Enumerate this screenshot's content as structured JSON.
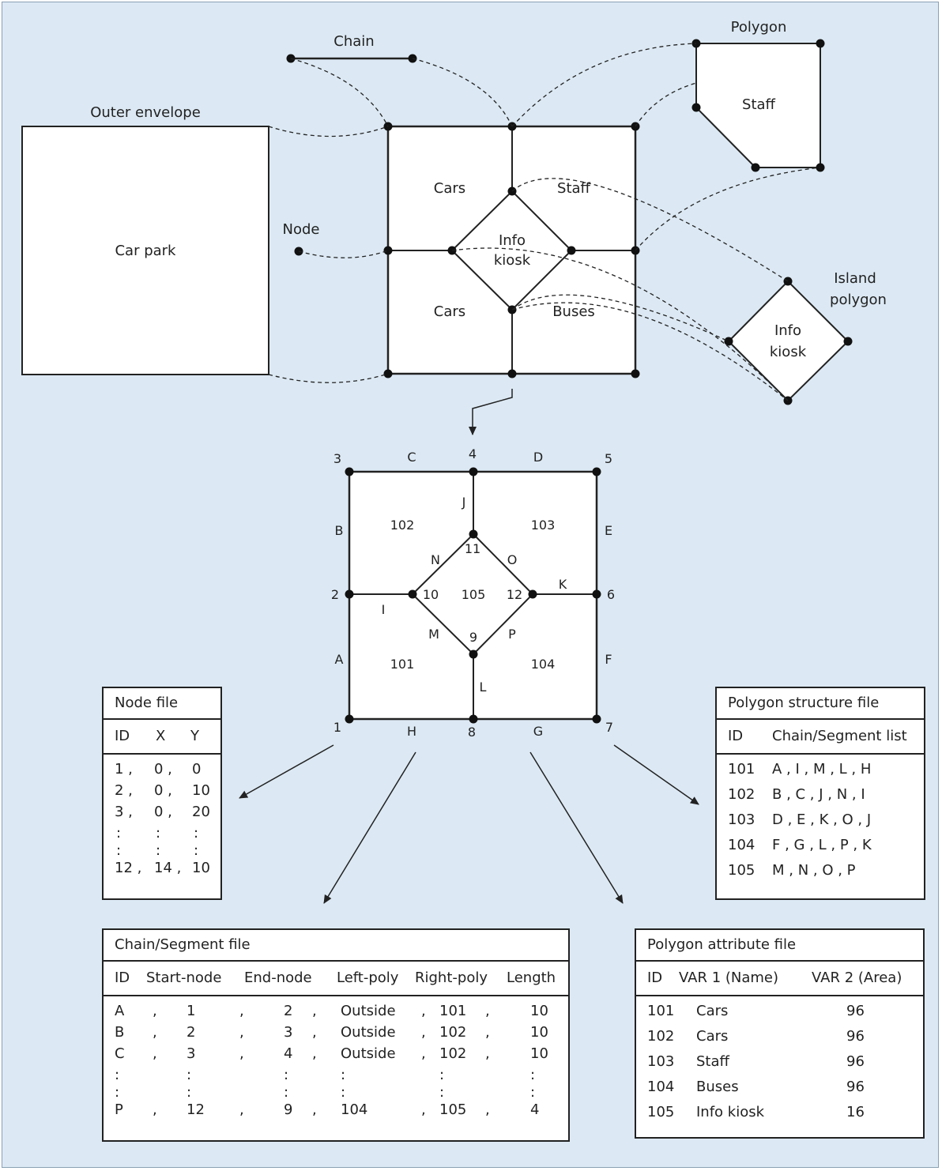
{
  "top": {
    "labels": {
      "chain": "Chain",
      "polygon": "Polygon",
      "outer_envelope": "Outer envelope",
      "node": "Node",
      "island_polygon_1": "Island",
      "island_polygon_2": "polygon",
      "car_park": "Car park",
      "staff_polygon": "Staff"
    },
    "regions": {
      "cars_top": "Cars",
      "staff": "Staff",
      "cars_bottom": "Cars",
      "buses": "Buses",
      "kiosk_1": "Info",
      "kiosk_2": "kiosk"
    },
    "island": {
      "line1": "Info",
      "line2": "kiosk"
    }
  },
  "grid": {
    "nodes": [
      "1",
      "2",
      "3",
      "4",
      "5",
      "6",
      "7",
      "8",
      "9",
      "10",
      "11",
      "12"
    ],
    "chains": [
      "A",
      "B",
      "C",
      "D",
      "E",
      "F",
      "G",
      "H",
      "I",
      "J",
      "K",
      "L",
      "M",
      "N",
      "O",
      "P"
    ],
    "polygons": [
      "101",
      "102",
      "103",
      "104",
      "105"
    ]
  },
  "node_file": {
    "title": "Node file",
    "headers": [
      "ID",
      "X",
      "Y"
    ],
    "rows": [
      [
        "1 ,",
        "0 ,",
        "0"
      ],
      [
        "2 ,",
        "0 ,",
        "10"
      ],
      [
        "3 ,",
        "0 ,",
        "20"
      ],
      [
        ":",
        ":",
        ":"
      ],
      [
        ":",
        ":",
        ":"
      ],
      [
        "12 ,",
        "14 ,",
        "10"
      ]
    ]
  },
  "chain_file": {
    "title": "Chain/Segment file",
    "headers": [
      "ID",
      "Start-node",
      "End-node",
      "Left-poly",
      "Right-poly",
      "Length"
    ],
    "rows": [
      [
        "A",
        ",",
        "1",
        ",",
        "2",
        ",",
        "Outside",
        ",",
        "101",
        ",",
        "10"
      ],
      [
        "B",
        ",",
        "2",
        ",",
        "3",
        ",",
        "Outside",
        ",",
        "102",
        ",",
        "10"
      ],
      [
        "C",
        ",",
        "3",
        ",",
        "4",
        ",",
        "Outside",
        ",",
        "102",
        ",",
        "10"
      ],
      [
        ":",
        "",
        ":",
        "",
        ":",
        "",
        ":",
        "",
        ":",
        "",
        ":"
      ],
      [
        ":",
        "",
        ":",
        "",
        ":",
        "",
        ":",
        "",
        ":",
        "",
        ":"
      ],
      [
        "P",
        ",",
        "12",
        ",",
        "9",
        ",",
        "104",
        ",",
        "105",
        ",",
        "4"
      ]
    ]
  },
  "polygon_structure_file": {
    "title": "Polygon structure file",
    "headers": [
      "ID",
      "Chain/Segment list"
    ],
    "rows": [
      [
        "101",
        "A , I , M , L , H"
      ],
      [
        "102",
        "B , C , J , N , I"
      ],
      [
        "103",
        "D , E , K , O , J"
      ],
      [
        "104",
        "F , G , L , P , K"
      ],
      [
        "105",
        "M , N , O , P"
      ]
    ]
  },
  "polygon_attribute_file": {
    "title": "Polygon attribute file",
    "headers": [
      "ID",
      "VAR 1 (Name)",
      "VAR 2 (Area)"
    ],
    "rows": [
      [
        "101",
        "Cars",
        "96"
      ],
      [
        "102",
        "Cars",
        "96"
      ],
      [
        "103",
        "Staff",
        "96"
      ],
      [
        "104",
        "Buses",
        "96"
      ],
      [
        "105",
        "Info kiosk",
        "16"
      ]
    ]
  },
  "colors": {
    "background": "#dce9f4",
    "line": "#222222",
    "table_bg": "#ffffff"
  }
}
